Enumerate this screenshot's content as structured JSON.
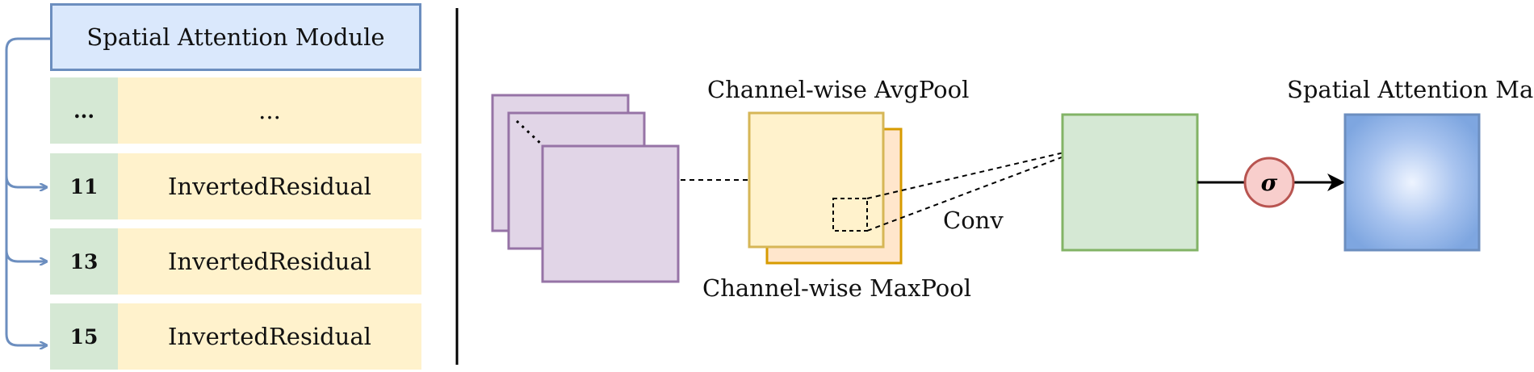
{
  "module": {
    "title": "Spatial Attention Module",
    "rows": [
      {
        "index": "...",
        "name": "..."
      },
      {
        "index": "11",
        "name": "InvertedResidual"
      },
      {
        "index": "13",
        "name": "InvertedResidual"
      },
      {
        "index": "15",
        "name": "InvertedResidual"
      }
    ]
  },
  "pipeline": {
    "avgpool_label": "Channel-wise AvgPool",
    "maxpool_label": "Channel-wise MaxPool",
    "conv_label": "Conv",
    "sigma_label": "σ",
    "output_label": "Spatial Attention Map"
  },
  "colors": {
    "blue_fill": "#dae8fc",
    "blue_stroke": "#6c8ebf",
    "green_fill": "#d5e8d4",
    "green_stroke": "#82b366",
    "yellow_fill": "#fff2cc",
    "yellow_stroke": "#d6b656",
    "orange_fill": "#ffe6cc",
    "orange_stroke": "#d79b00",
    "purple_fill": "#e1d5e7",
    "purple_stroke": "#9673a6",
    "red_fill": "#f8cecc",
    "red_stroke": "#b85450",
    "map_fill": "#7ea6e0"
  }
}
